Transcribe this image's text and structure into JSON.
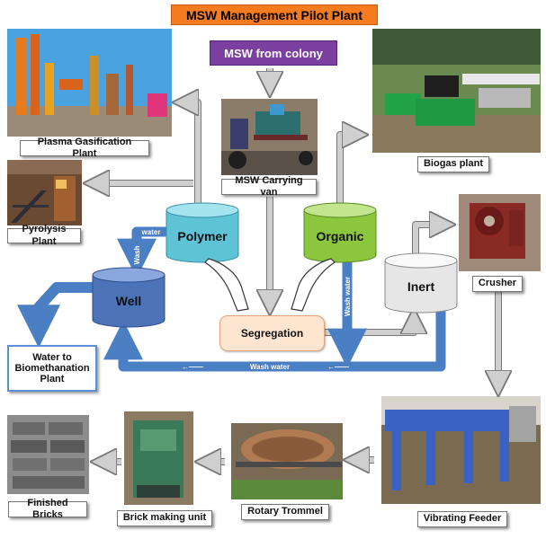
{
  "title": "MSW Management Pilot Plant",
  "source": "MSW from colony",
  "labels": {
    "plasma": "Plasma Gasification Plant",
    "pyrolysis": "Pyrolysis Plant",
    "carrying_van": "MSW Carrying van",
    "biogas": "Biogas plant",
    "crusher": "Crusher",
    "segregation": "Segregation",
    "water_to": "Water to Biomethanation Plant",
    "finished_bricks": "Finished Bricks",
    "brick_unit": "Brick making unit",
    "trommel": "Rotary Trommel",
    "feeder": "Vibrating Feeder"
  },
  "tanks": {
    "polymer": "Polymer",
    "organic": "Organic",
    "well": "Well",
    "inert": "Inert"
  },
  "flows": {
    "water": "water",
    "wash": "Wash",
    "wash_water_vertical": "Wash water",
    "wash_water_bottom": "Wash water"
  },
  "colors": {
    "polymer_tank": "#5ec3d6",
    "organic_tank": "#8cc63f",
    "well_tank": "#4c72b8",
    "inert_tank": "#e6e6e6",
    "pipe_blue": "#4a7fc4",
    "gray_arrow": "#cfcfcf"
  }
}
